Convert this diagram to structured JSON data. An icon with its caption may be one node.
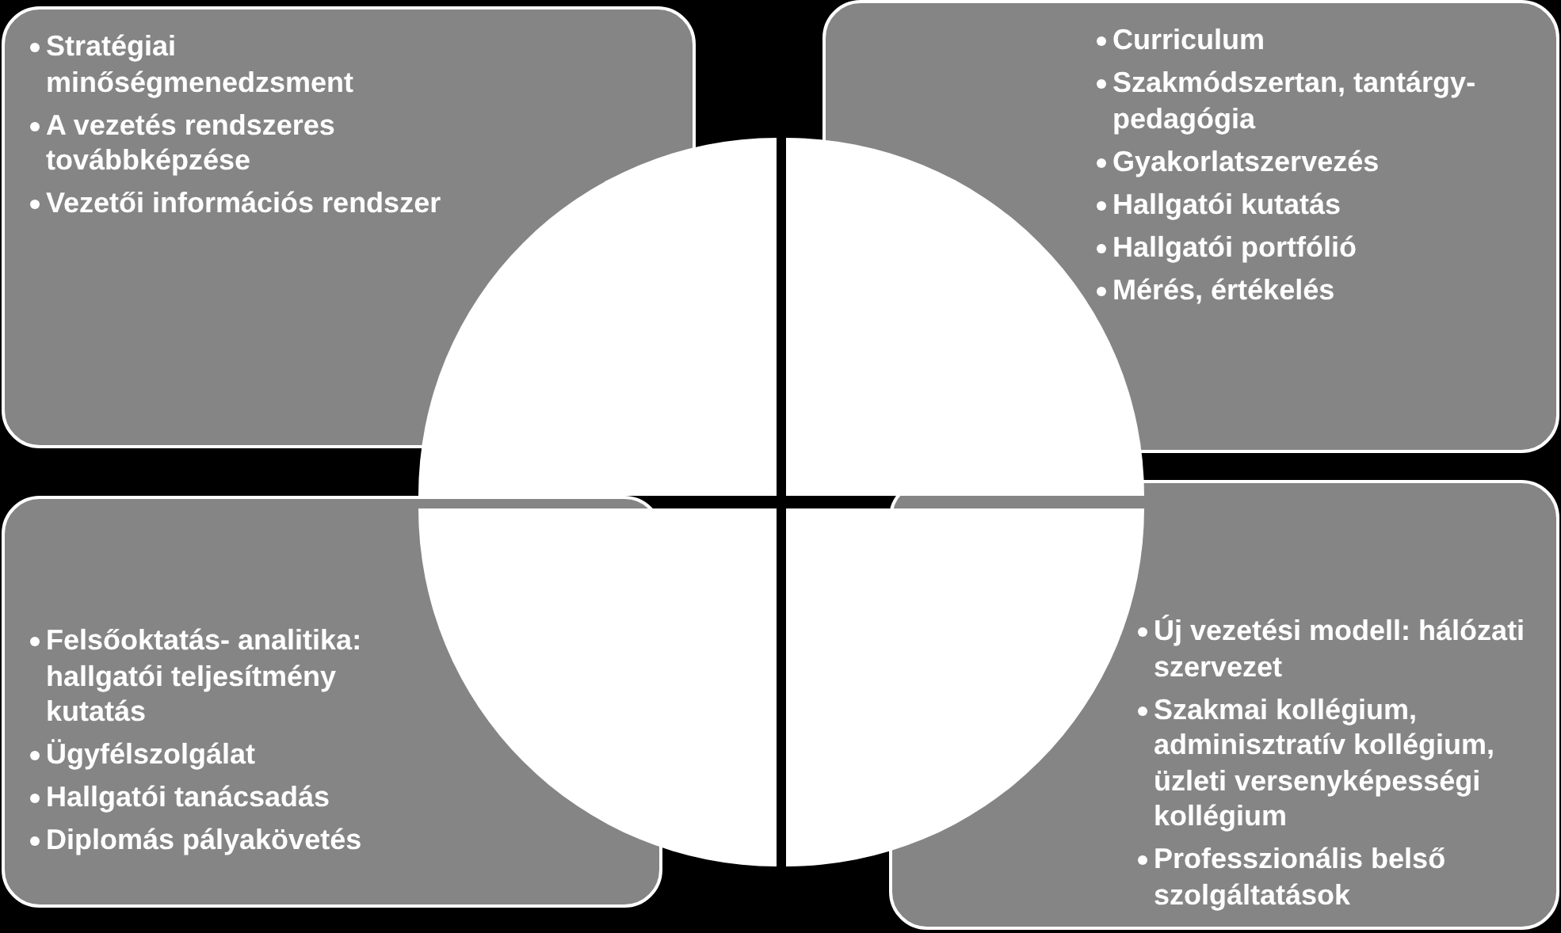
{
  "diagram": {
    "nodes": [
      {
        "text": [
          "Stratégiai minőségmenedzsment",
          "A vezetés rendszeres továbbképzése",
          "Vezetői információs rendszer"
        ]
      },
      {
        "text": [
          "Curriculum",
          "Szakmódszertan, tantárgy-pedagógia",
          "Gyakorlatszervezés",
          "Hallgatói kutatás",
          "Hallgatói portfólió",
          "Mérés, értékelés"
        ]
      },
      {
        "text": [
          "Felsőoktatás- analitika: hallgatói teljesítmény kutatás",
          "Ügyfélszolgálat",
          "Hallgatói tanácsadás",
          "Diplomás pályakövetés"
        ]
      },
      {
        "text": [
          "Új vezetési modell: hálózati szervezet",
          "Szakmai kollégium, adminisztratív kollégium, üzleti versenyképességi kollégium",
          "Professzionális belső szolgáltatások"
        ]
      },
      {
        "text": [],
        "shape": "quadrant"
      },
      {
        "text": [],
        "shape": "quadrant"
      },
      {
        "text": [],
        "shape": "quadrant"
      },
      {
        "text": [],
        "shape": "quadrant"
      }
    ]
  }
}
